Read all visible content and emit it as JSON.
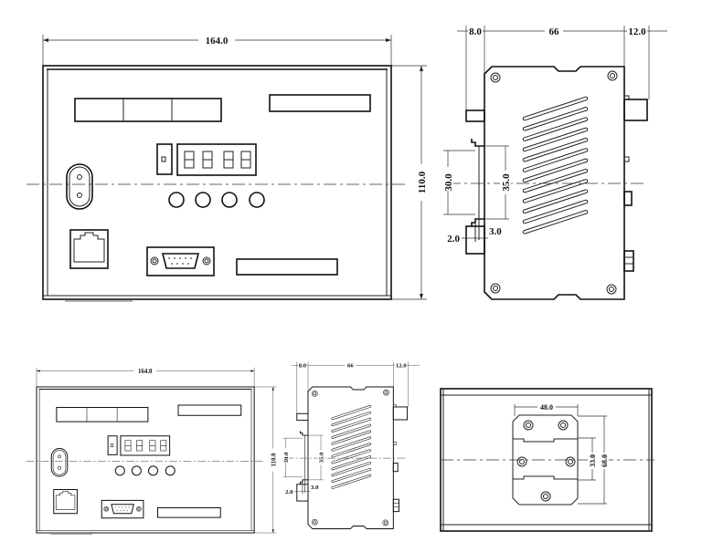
{
  "drawing": {
    "front_view": {
      "width_dim": "164.0",
      "height_dim": "110.0"
    },
    "side_view": {
      "left_dim": "8.0",
      "body_dim": "66",
      "right_dim": "12.0",
      "rail_outer_dim": "30.0",
      "rail_inner_dim": "35.0",
      "rail_offset_left_dim": "2.0",
      "rail_offset_right_dim": "3.0"
    },
    "back_view": {
      "plate_width_dim": "48.0",
      "inner_height_dim": "33.0",
      "outer_height_dim": "68.0"
    }
  }
}
